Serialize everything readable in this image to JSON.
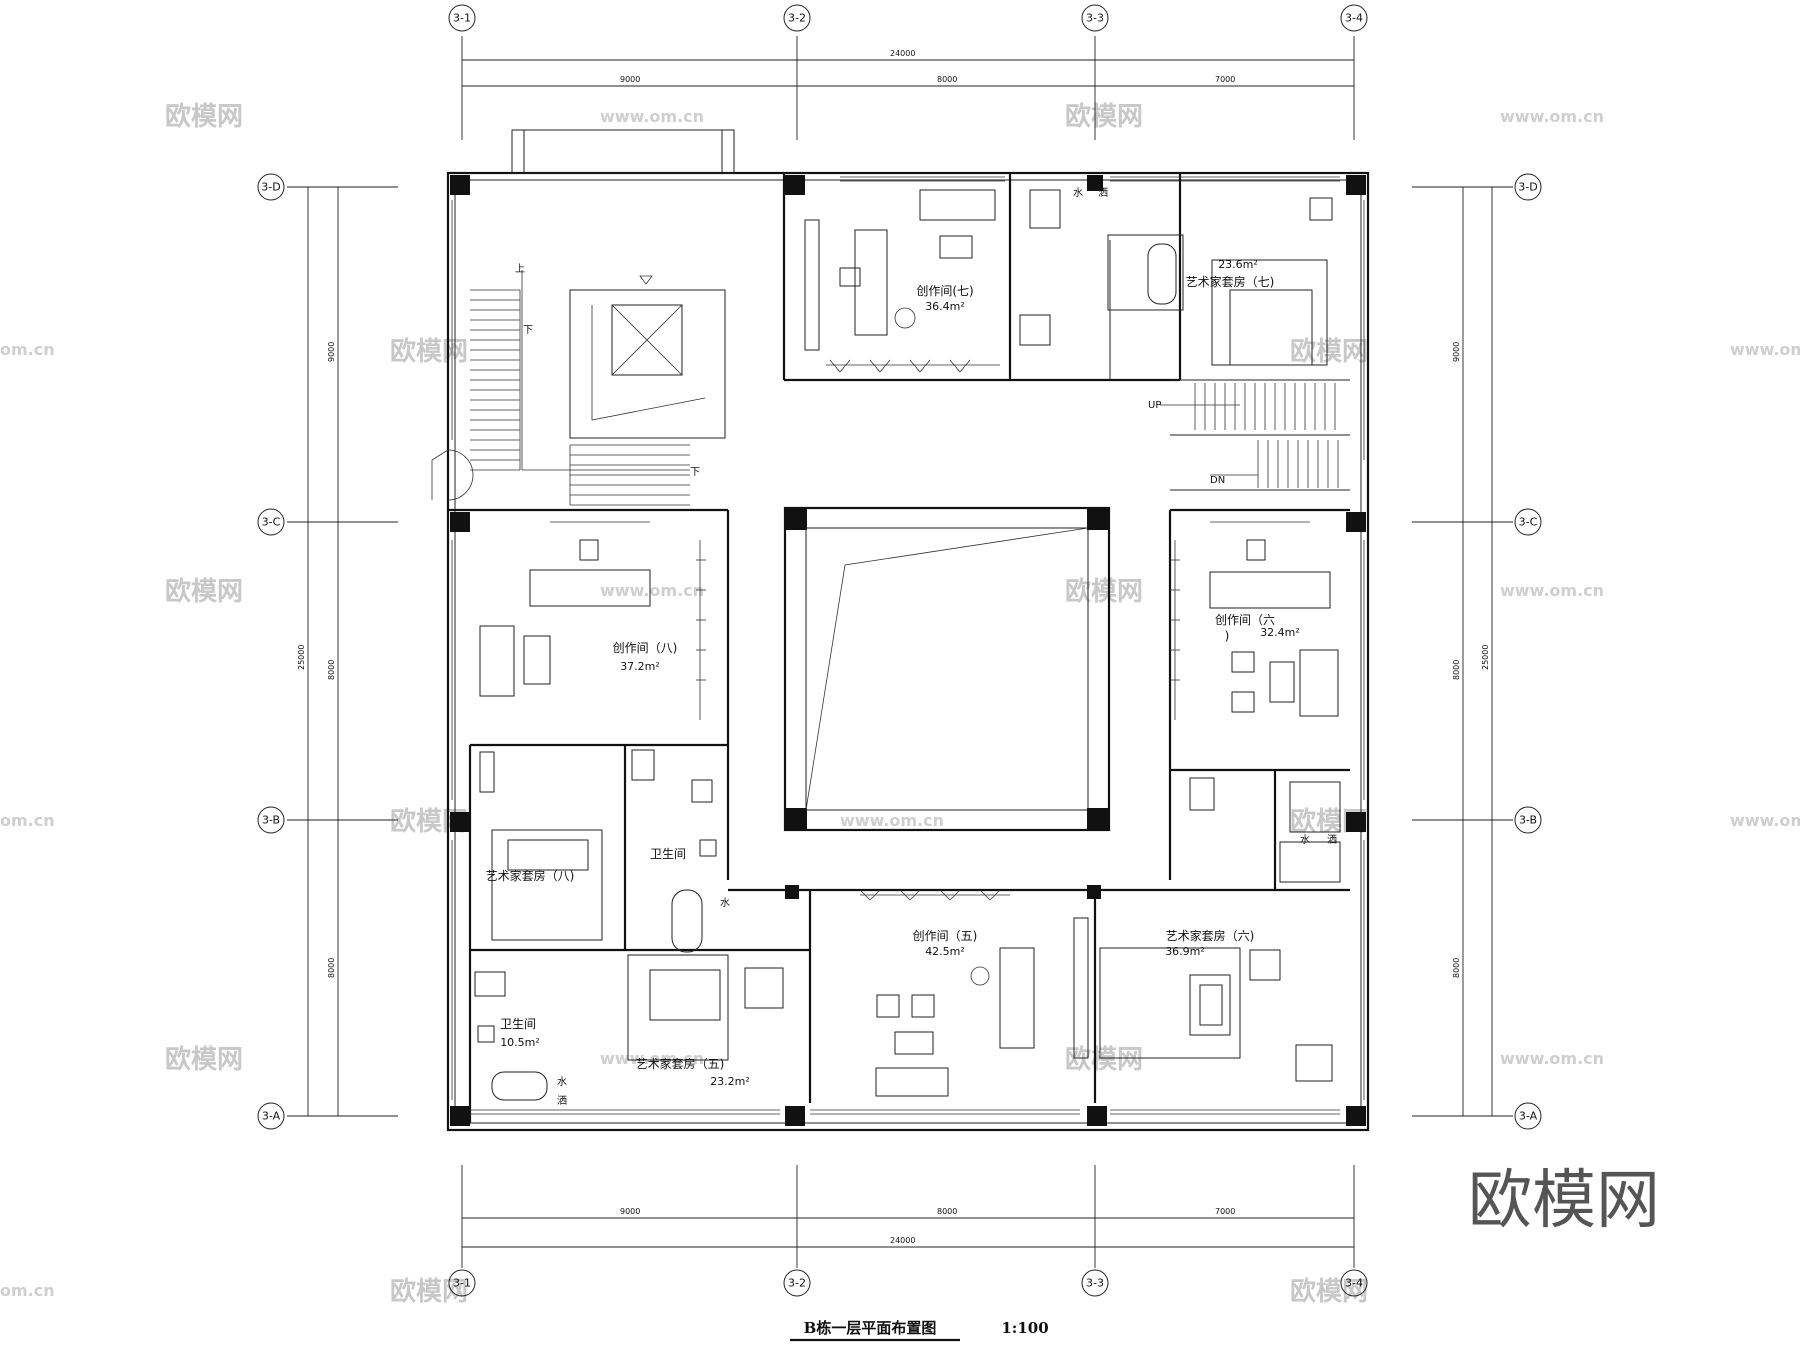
{
  "drawing": {
    "title": "B栋一层平面布置图",
    "scale": "1:100",
    "brand": "欧模网",
    "watermark_text": "欧模网",
    "watermark_url": "www.om.cn",
    "watermark_url_short": "om.cn"
  },
  "axes": {
    "top": [
      "3-1",
      "3-2",
      "3-3",
      "3-4"
    ],
    "side": [
      "3-D",
      "3-C",
      "3-B",
      "3-A"
    ]
  },
  "dimensions": {
    "horizontal_total": "24000",
    "horizontal_segments": [
      "9000",
      "8000",
      "7000"
    ],
    "vertical_total": "25000",
    "vertical_segments": [
      "9000",
      "8000",
      "8000"
    ]
  },
  "rooms": [
    {
      "name": "创作间(七)",
      "area": "36.4m²"
    },
    {
      "name": "艺术家套房（七)",
      "area": "23.6m²"
    },
    {
      "name": "创作间（八)",
      "area": "37.2m²"
    },
    {
      "name": "创作间（六",
      "name2": ")",
      "area": "32.4m²"
    },
    {
      "name": "艺术家套房（八)",
      "area": ""
    },
    {
      "name": "卫生间",
      "area": ""
    },
    {
      "name": "卫生间",
      "area": "10.5m²"
    },
    {
      "name": "艺术家套房（五)",
      "area": "23.2m²"
    },
    {
      "name": "创作间（五)",
      "area": "42.5m²"
    },
    {
      "name": "艺术家套房（六)",
      "area": "36.9m²"
    }
  ],
  "labels": {
    "up_cn": "上",
    "down_cn": "下",
    "down_cn2": "下",
    "up_en": "UP",
    "down_en": "DN",
    "water1": "水",
    "water2": "洒",
    "water3": "水",
    "water4": "洒",
    "water5": "水",
    "water6": "洒",
    "water7": "水"
  }
}
